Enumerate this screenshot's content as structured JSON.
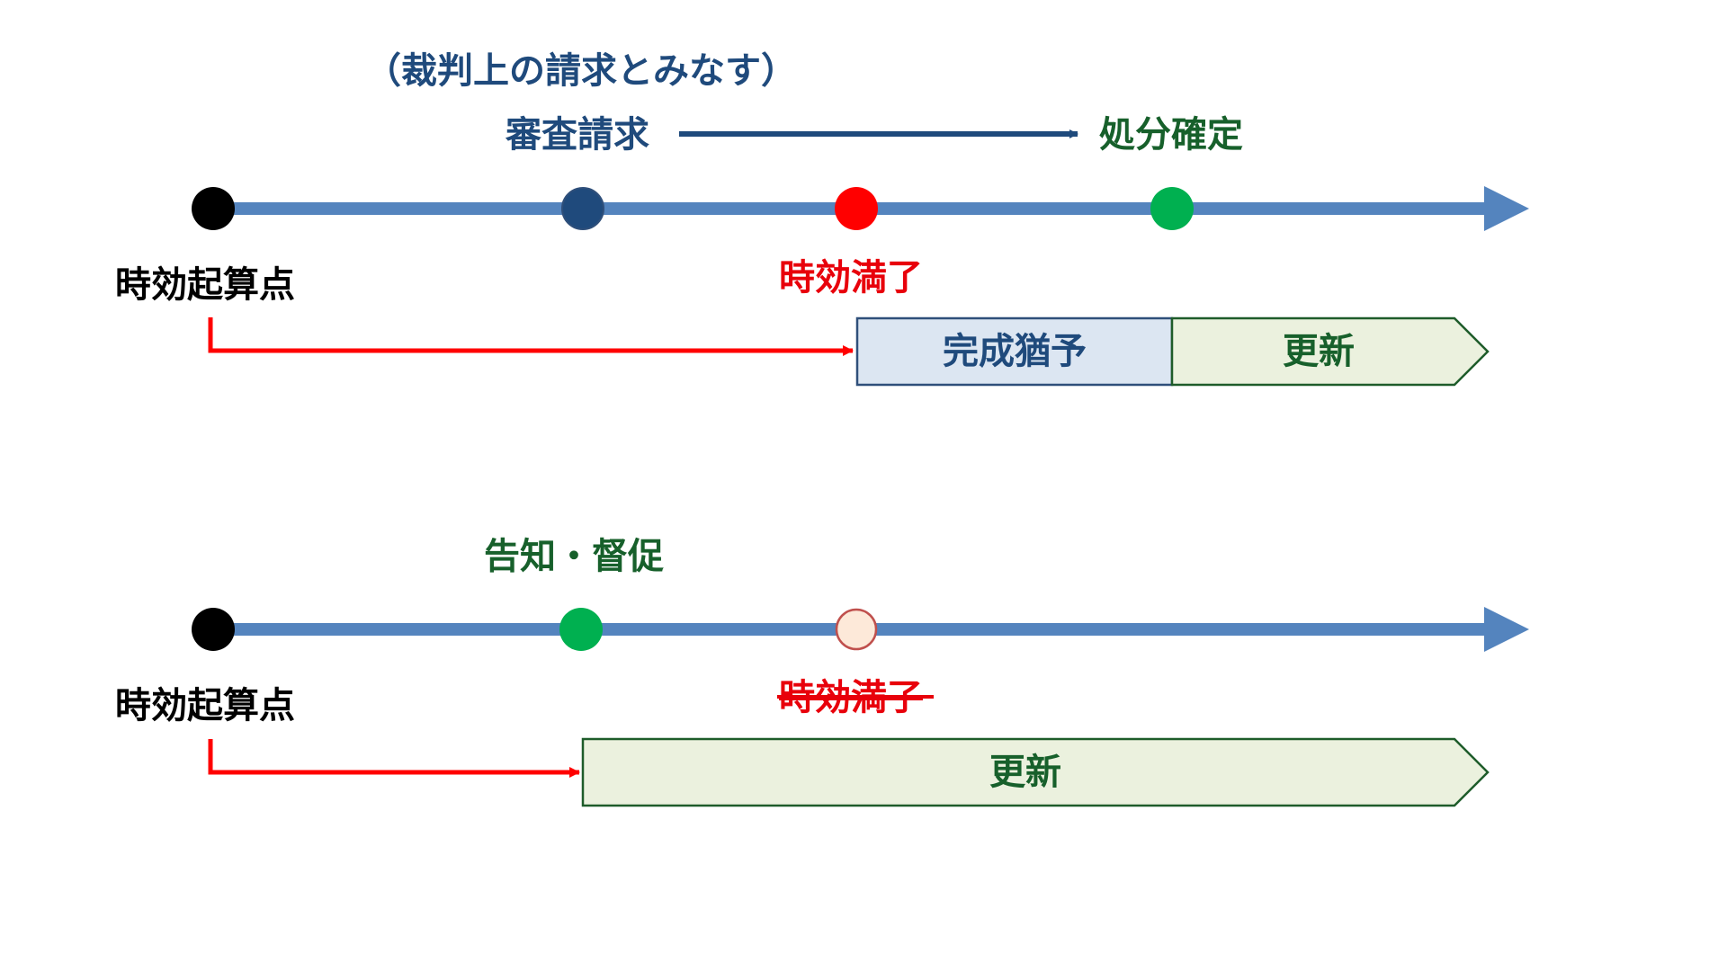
{
  "colors": {
    "timeline": "#5484be",
    "navy": "#1f4a7c",
    "green_text": "#17602b",
    "green_dot": "#00b050",
    "red": "#ff0000",
    "red_text": "#e8000b",
    "black": "#000000",
    "suspension_fill": "#dce6f2",
    "suspension_border": "#2f4f7a",
    "renewal_fill": "#ebf1de",
    "renewal_border": "#1e5c2a",
    "hollow_fill": "#fde9d9"
  },
  "top": {
    "note": "（裁判上の請求とみなす）",
    "review_request": "審査請求",
    "disposition_final": "処分確定",
    "start_label": "時効起算点",
    "expiry_label": "時効満了",
    "suspension_label": "完成猶予",
    "renewal_label": "更新"
  },
  "bottom": {
    "notice_label": "告知・督促",
    "start_label": "時効起算点",
    "expiry_label": "時効満了",
    "expiry_struck": true,
    "renewal_label": "更新"
  }
}
